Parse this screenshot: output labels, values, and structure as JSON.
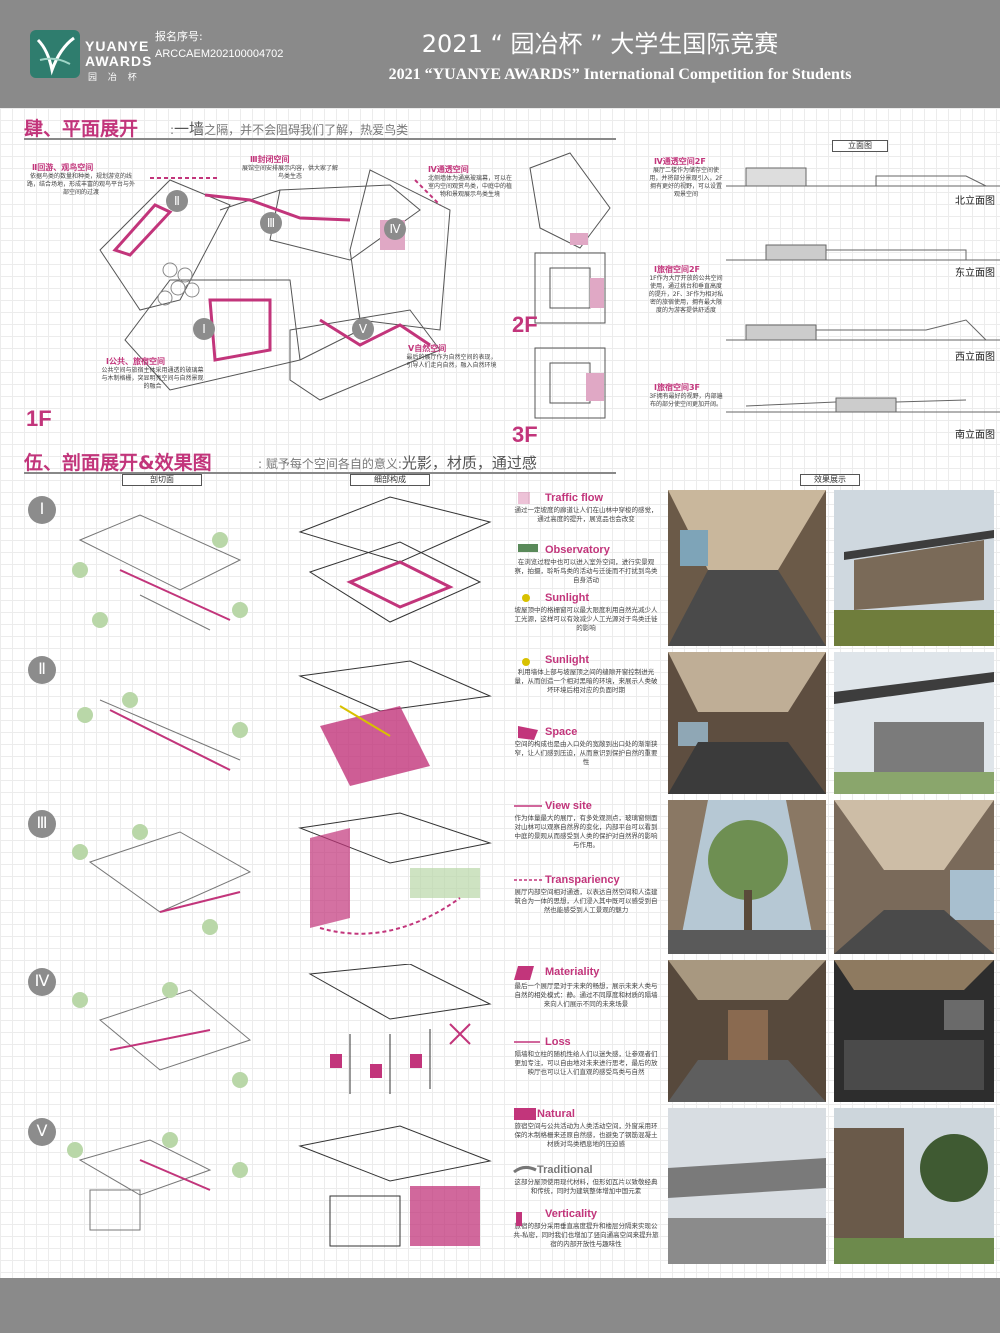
{
  "header": {
    "logo_line1": "YUANYE",
    "logo_line2": "AWARDS",
    "logo_line3": "园 冶 杯",
    "reg_label": "报名序号:",
    "reg_number": "ARCCAEM202100004702",
    "title_cn": "2021 “ 园冶杯 ” 大学生国际竞赛",
    "title_en": "2021 “YUANYE AWARDS” International Competition for  Students"
  },
  "section4": {
    "title": "肆、平面展开",
    "subtitle_lead": ":",
    "subtitle_big": "一墙",
    "subtitle_rest": "之隔，并不会阻碍我们了解，热爱鸟类",
    "spaces": [
      {
        "title": "Ⅱ回游、观鸟空间",
        "desc": "依据鸟类的数量和种类，规划游览的线路，结合场地，形成丰富的观鸟平台与外部空间的过渡"
      },
      {
        "title": "Ⅲ封闭空间",
        "desc": "展馆空间安排展示内容，供大家了解鸟类生态"
      },
      {
        "title": "Ⅳ通透空间",
        "desc": "北侧墙体为通高玻璃幕，可以在室内空间观赏鸟类，中庭中的植物和景观展示鸟类生境"
      },
      {
        "title": "Ⅰ公共、旅宿空间",
        "desc": "公共空间与旅宿主体采用通透的玻璃幕与木制格栅，突显明亮空间与自然景观的融合"
      },
      {
        "title": "Ⅴ自然空间",
        "desc": "最后的展厅作为自然空间的表现，引导人们走向自然，融入自然环境"
      }
    ],
    "floor1": "1F",
    "floor2": "2F",
    "floor3": "3F",
    "notes_2f": [
      {
        "title": "Ⅳ通透空间2F",
        "desc": "展厅二楼作为储存空间使用，并将部分景观引入，2F拥有更好的视野，可以设置观景空间"
      },
      {
        "title": "Ⅰ旅宿空间2F",
        "desc": "1F作为大厅开放的公共空间使用，通过挑台和垂直高度的提升，2F、3F作为相对私密的旅宿使用，拥有最大限度的为游客提供舒适度"
      },
      {
        "title": "Ⅰ旅宿空间3F",
        "desc": "3F拥有最好的视野，内部遍布的部分使空间更加开阔。"
      }
    ],
    "elevation_box": "立面图",
    "elevations": [
      "北立面图",
      "东立面图",
      "西立面图",
      "南立面图"
    ],
    "numerals": [
      "Ⅰ",
      "Ⅱ",
      "Ⅲ",
      "Ⅳ",
      "Ⅴ"
    ]
  },
  "section5": {
    "title": "伍、剖面展开&效果图",
    "subtitle_lead": ":  赋予每个空间各自的意义:",
    "subtitle_big": "光影，材质，通过感",
    "col_labels": [
      "剖切面",
      "细部构成",
      "效果展示"
    ],
    "rows": [
      {
        "numeral": "Ⅰ",
        "features": [
          {
            "title": "Traffic flow",
            "desc": "通过一定坡度的廊道让人们在山林中穿梭的感觉，通过高度的提升，展览品也会改变"
          },
          {
            "title": "Observatory",
            "desc": "在浏览过程中也可以进入室外空间，进行实景观察，拍摄，聆听鸟类的活动与迁徙而不打扰到鸟类自身活动"
          },
          {
            "title": "Sunlight",
            "desc": "坡屋顶中的格栅窗可以最大限度利用自然光减少人工光源，这样可以有效减少人工光源对于鸟类迁徙的影响"
          }
        ]
      },
      {
        "numeral": "Ⅱ",
        "features": [
          {
            "title": "Sunlight",
            "desc": "利用墙体上部与坡屋顶之间的缝隙开窗控制进光量，从而创造一个相对黑暗的环境，来展示人类破坏环境后相对应的负面时期"
          },
          {
            "title": "Space",
            "desc": "空间的构成也是由入口处的宽敞到出口处的渐渐狭窄，让人们感到压迫，从而意识到保护自然的重要性"
          }
        ]
      },
      {
        "numeral": "Ⅲ",
        "features": [
          {
            "title": "View site",
            "desc": "作为体量最大的展厅，有多处观测点，玻璃窗侧面对山林可以观察自然界的变化，内部平台可以看到中庭的景观从而感受到人类的保护对自然界的影响与作用。"
          },
          {
            "title": "Transpariency",
            "desc": "展厅内部空间相对通透，以表达自然空间和人造建筑合为一体的思想，人们浸入其中既可以感受到自然也能感受到人工景观的魅力"
          }
        ]
      },
      {
        "numeral": "Ⅳ",
        "features": [
          {
            "title": "Materiality",
            "desc": "最后一个展厅是对于未来的畅想，展示未来人类与自然的相处模式：静。通过不同厚度和材质的隔墙来向人们展示不同的未来场景"
          },
          {
            "title": "Loss",
            "desc": "隔墙和立柱的随机性给人们以迷失感，让参观者们更加专注，可以自由地对未来进行思考，最后的放映厅也可以让人们直观的感受鸟类与自然"
          }
        ]
      },
      {
        "numeral": "Ⅴ",
        "features": [
          {
            "title": "Natural",
            "desc": "旅宿空间与公共活动为人类活动空间，外窗采用环保的木制格栅来还原自然感，也避免了钢筋混凝土材质对鸟类栖息地的压迫感"
          },
          {
            "title": "Traditional",
            "desc": "这部分屋顶使用现代材料，但形如瓦片以致敬经典和传统，同时为建筑整体增加中国元素"
          },
          {
            "title": "Verticality",
            "desc": "旅宿的部分采用垂直高度提升和楼层分隔来实现公共-私密，同时我们也增加了竖向通高空间来提升旅宿的内部开放性与趣味性"
          }
        ]
      }
    ]
  },
  "colors": {
    "accent": "#c2357b",
    "header_bg": "#8a8a8a",
    "logo_green": "#2f7d6e"
  }
}
